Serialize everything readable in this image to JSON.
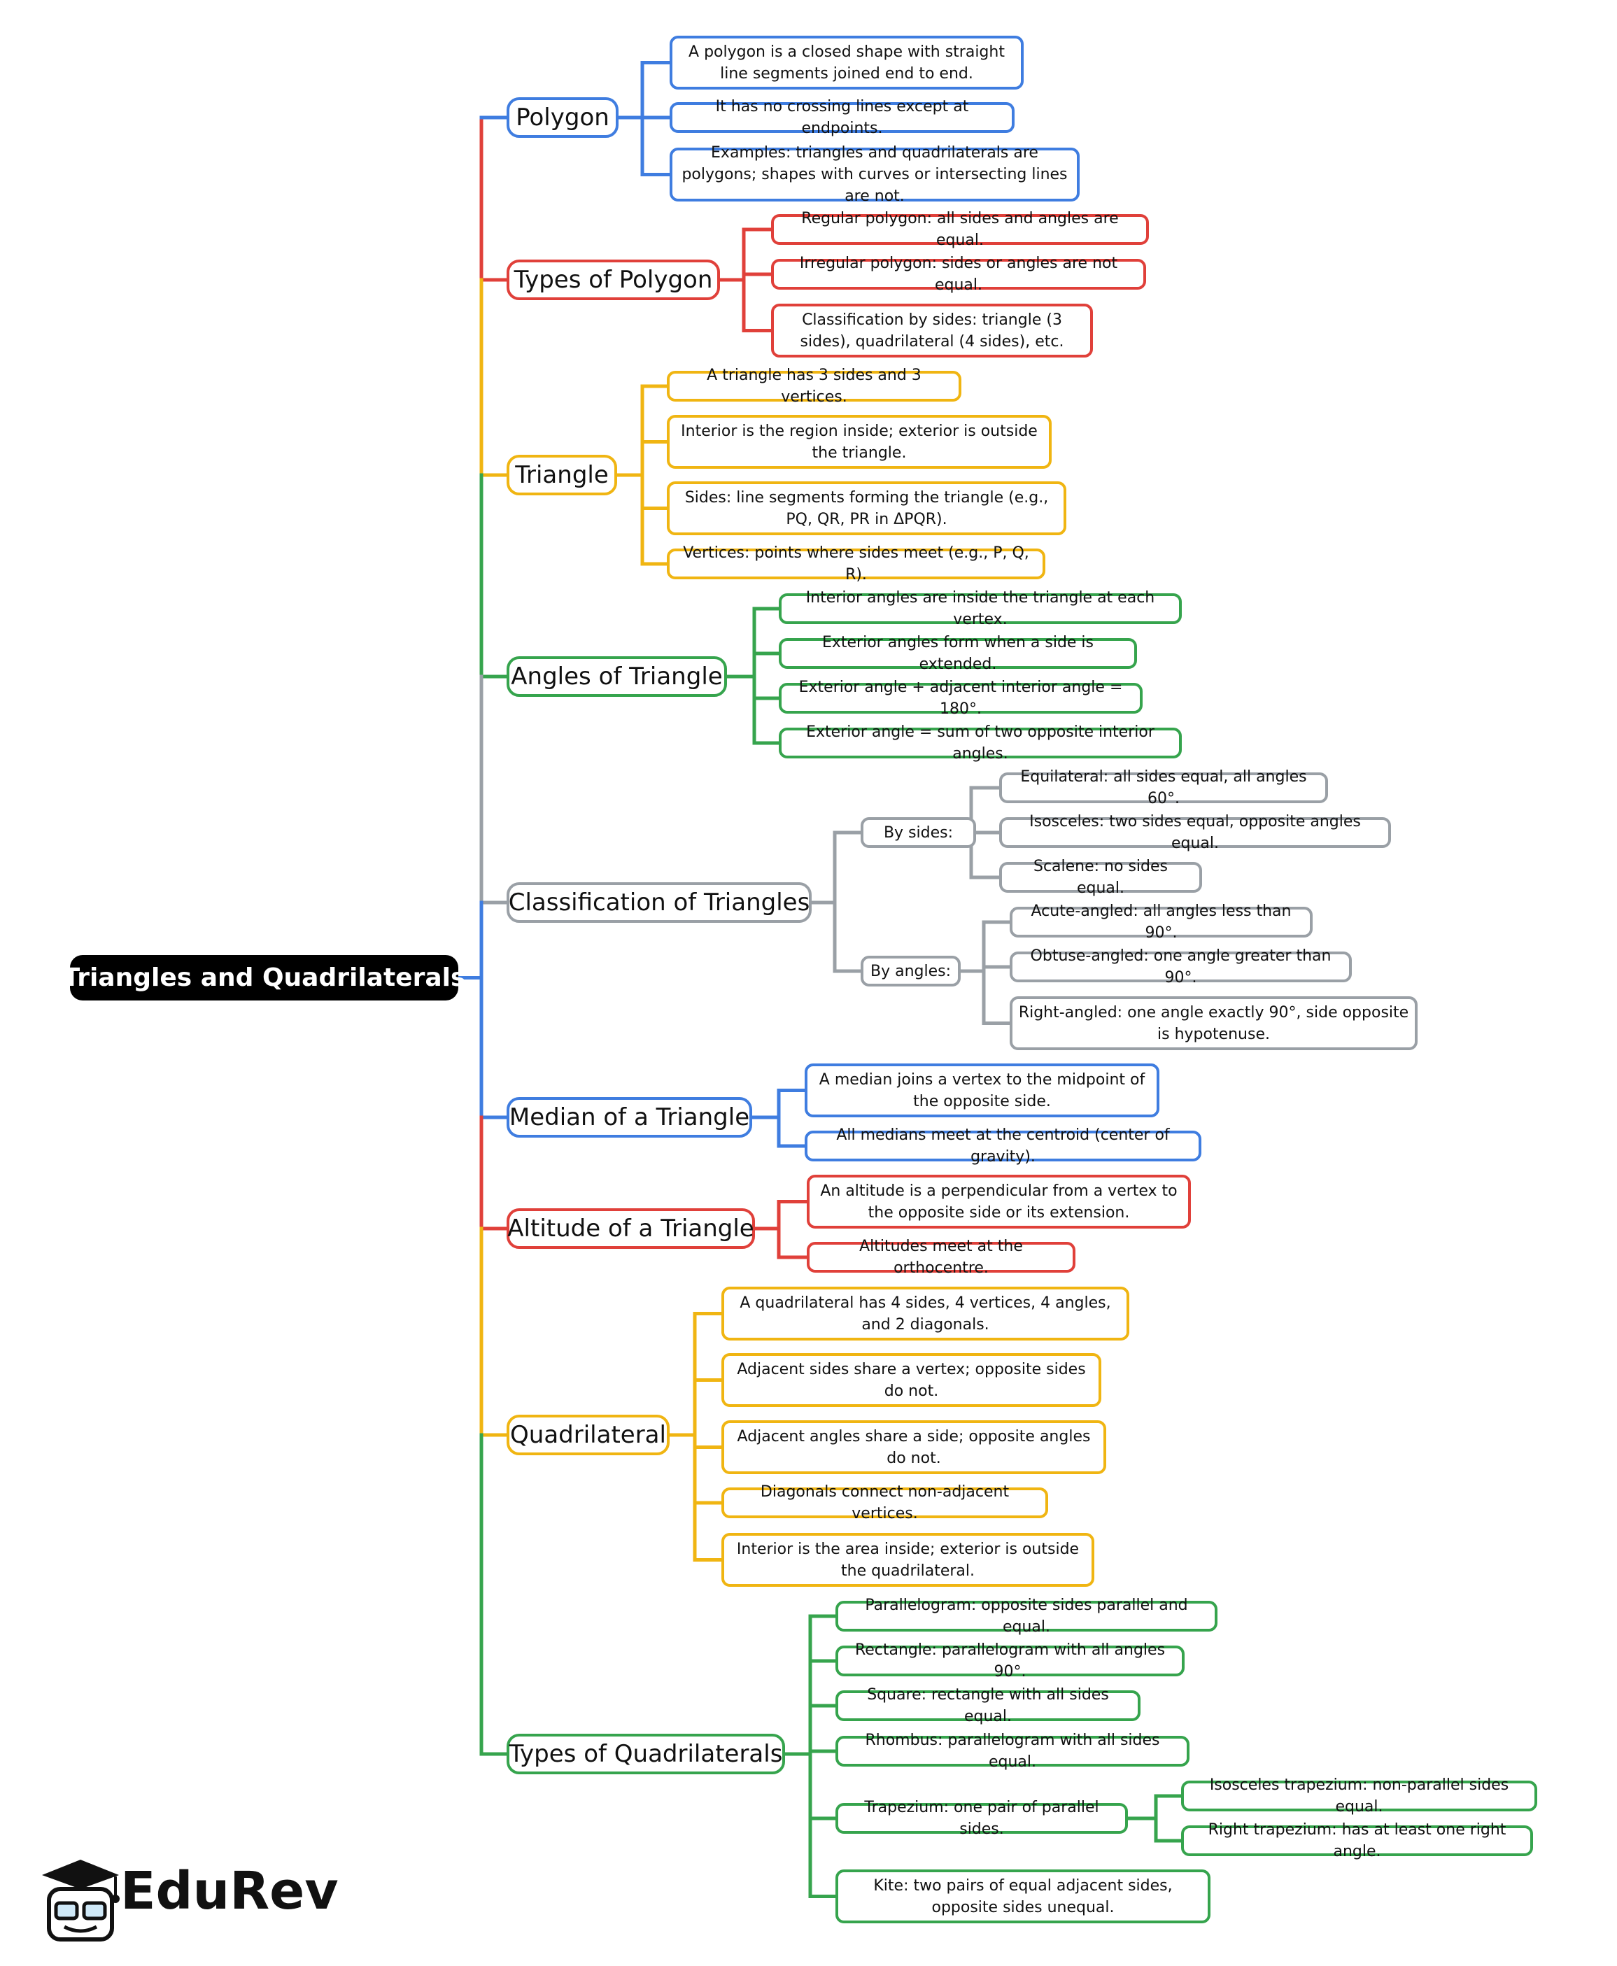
{
  "root": "Triangles and Quadrilaterals",
  "colors": {
    "blue": "#3f7de0",
    "red": "#e0403a",
    "yellow": "#f0b512",
    "green": "#36a44d",
    "gray": "#9aa0a6"
  },
  "logo_text": "EduRev",
  "branches": [
    {
      "label": "Polygon",
      "color": "blue",
      "items": [
        {
          "text": "A polygon is a closed shape with straight line segments joined end to end."
        },
        {
          "text": "It has no crossing lines except at endpoints."
        },
        {
          "text": "Examples: triangles and quadrilaterals are polygons; shapes with curves or intersecting lines are not."
        }
      ]
    },
    {
      "label": "Types of Polygon",
      "color": "red",
      "items": [
        {
          "text": "Regular polygon: all sides and angles are equal."
        },
        {
          "text": "Irregular polygon: sides or angles are not equal."
        },
        {
          "text": "Classification by sides: triangle (3 sides), quadrilateral (4 sides), etc."
        }
      ]
    },
    {
      "label": "Triangle",
      "color": "yellow",
      "items": [
        {
          "text": "A triangle has 3 sides and 3 vertices."
        },
        {
          "text": "Interior is the region inside; exterior is outside the triangle."
        },
        {
          "text": "Sides: line segments forming the triangle (e.g., PQ, QR, PR in ΔPQR)."
        },
        {
          "text": "Vertices: points where sides meet (e.g., P, Q, R)."
        }
      ]
    },
    {
      "label": "Angles of Triangle",
      "color": "green",
      "items": [
        {
          "text": "Interior angles are inside the triangle at each vertex."
        },
        {
          "text": "Exterior angles form when a side is extended."
        },
        {
          "text": "Exterior angle + adjacent interior angle = 180°."
        },
        {
          "text": "Exterior angle = sum of two opposite interior angles."
        }
      ]
    },
    {
      "label": "Classification of Triangles",
      "color": "gray",
      "items": [
        {
          "text": "By sides:",
          "children": [
            "Equilateral: all sides equal, all angles 60°.",
            "Isosceles: two sides equal, opposite angles equal.",
            "Scalene: no sides equal."
          ]
        },
        {
          "text": "By angles:",
          "children": [
            "Acute-angled: all angles less than 90°.",
            "Obtuse-angled: one angle greater than 90°.",
            "Right-angled: one angle exactly 90°, side opposite is hypotenuse."
          ]
        }
      ]
    },
    {
      "label": "Median of a Triangle",
      "color": "blue",
      "items": [
        {
          "text": "A median joins a vertex to the midpoint of the opposite side."
        },
        {
          "text": "All medians meet at the centroid (center of gravity)."
        }
      ]
    },
    {
      "label": "Altitude of a Triangle",
      "color": "red",
      "items": [
        {
          "text": "An altitude is a perpendicular from a vertex to the opposite side or its extension."
        },
        {
          "text": "Altitudes meet at the orthocentre."
        }
      ]
    },
    {
      "label": "Quadrilateral",
      "color": "yellow",
      "items": [
        {
          "text": "A quadrilateral has 4 sides, 4 vertices, 4 angles, and 2 diagonals."
        },
        {
          "text": "Adjacent sides share a vertex; opposite sides do not."
        },
        {
          "text": "Adjacent angles share a side; opposite angles do not."
        },
        {
          "text": "Diagonals connect non-adjacent vertices."
        },
        {
          "text": "Interior is the area inside; exterior is outside the quadrilateral."
        }
      ]
    },
    {
      "label": "Types of Quadrilaterals",
      "color": "green",
      "items": [
        {
          "text": "Parallelogram: opposite sides parallel and equal."
        },
        {
          "text": "Rectangle: parallelogram with all angles 90°."
        },
        {
          "text": "Square: rectangle with all sides equal."
        },
        {
          "text": "Rhombus: parallelogram with all sides equal."
        },
        {
          "text": "Trapezium: one pair of parallel sides.",
          "children": [
            "Isosceles trapezium: non-parallel sides equal.",
            "Right trapezium: has at least one right angle."
          ]
        },
        {
          "text": "Kite: two pairs of equal adjacent sides, opposite sides unequal."
        }
      ]
    }
  ]
}
